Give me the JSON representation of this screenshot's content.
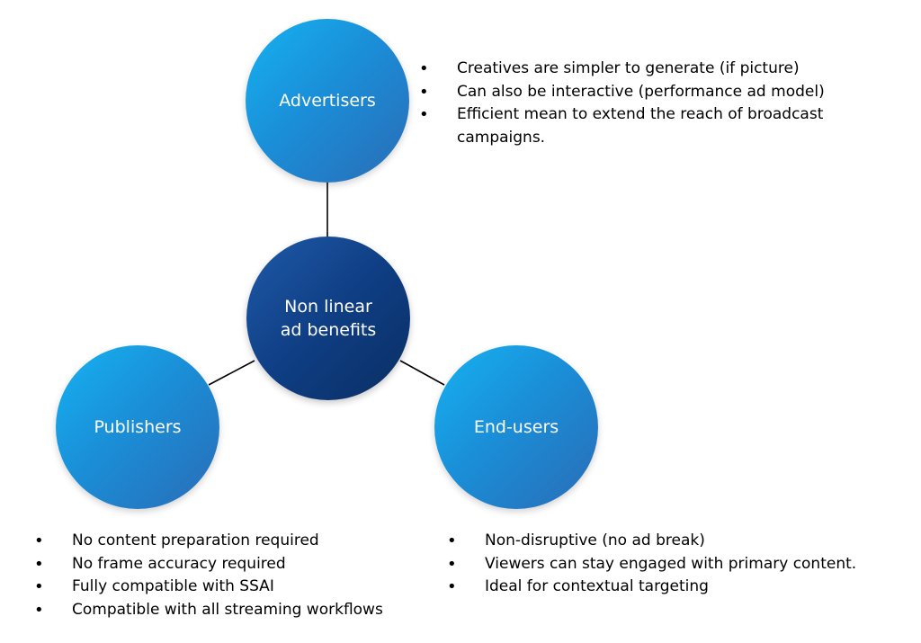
{
  "nodes": {
    "advertisers": "Advertisers",
    "center": "Non linear\nad benefits",
    "publishers": "Publishers",
    "end_users": "End-users"
  },
  "advertisers_points": [
    "Creatives are simpler to generate (if picture)",
    "Can also be interactive (performance ad model)",
    "Efficient mean to extend the reach of broadcast campaigns."
  ],
  "publishers_points": [
    "No content preparation required",
    "No frame accuracy required",
    "Fully compatible with SSAI",
    "Compatible with all streaming workflows"
  ],
  "end_users_points": [
    "Non-disruptive (no ad break)",
    "Viewers can stay engaged with primary content.",
    "Ideal for contextual targeting"
  ],
  "colors": {
    "outer_circle": "#1a8fd8",
    "center_circle": "#0f3e84",
    "connector": "#000000"
  }
}
